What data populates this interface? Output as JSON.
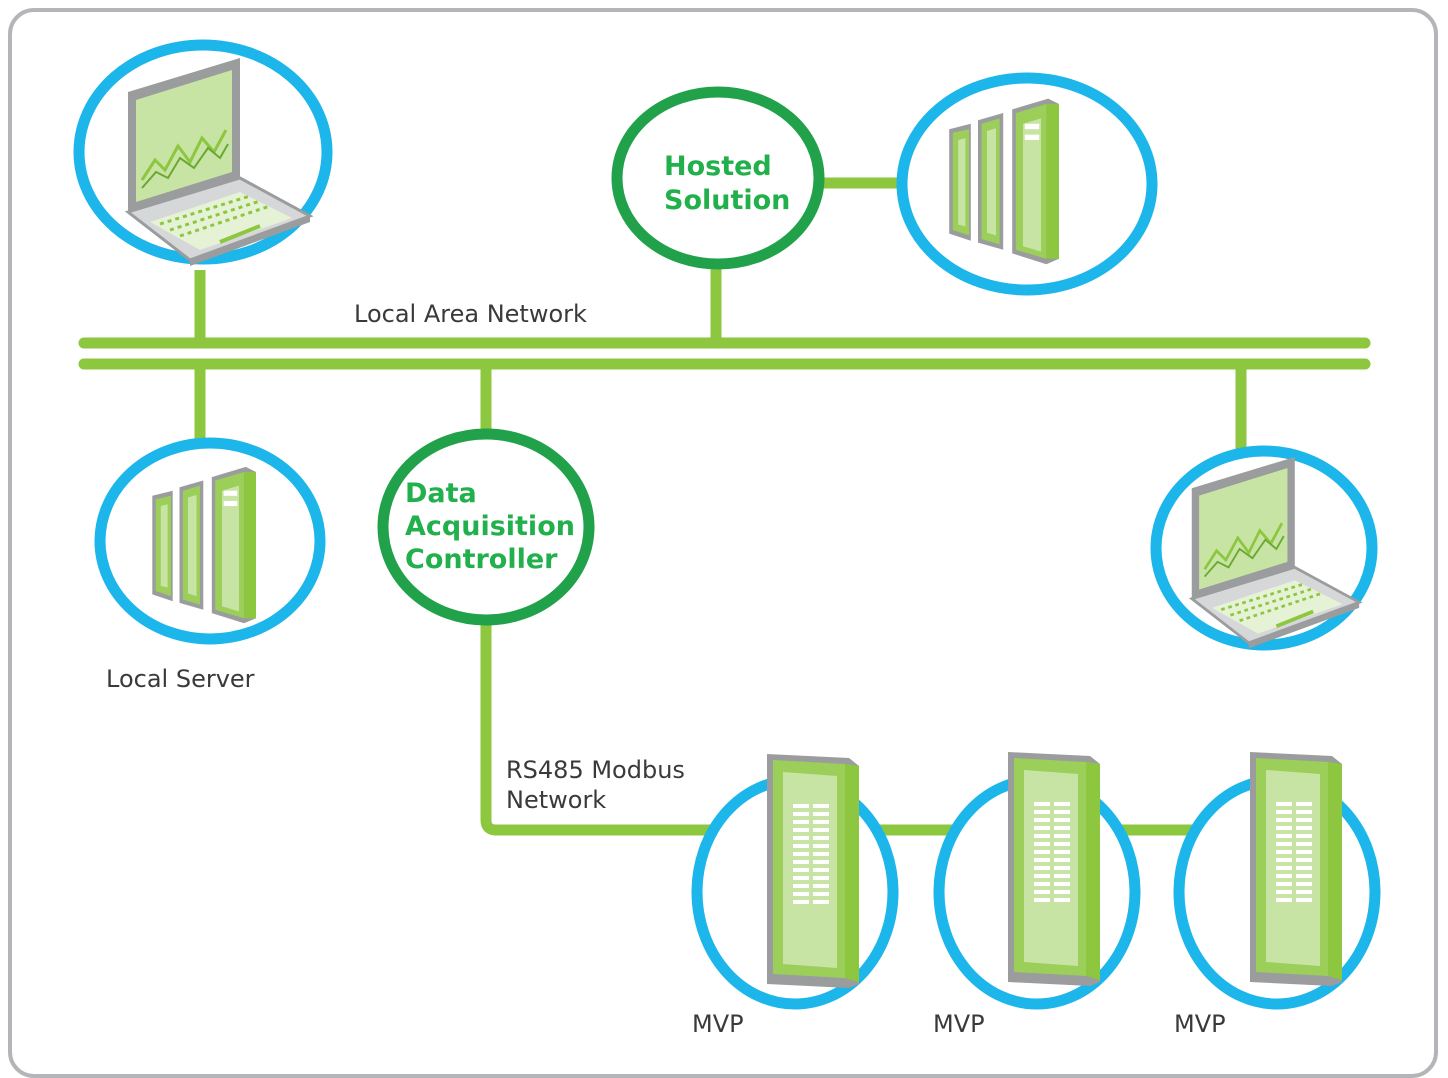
{
  "diagram": {
    "hosted_solution": [
      "Hosted",
      "Solution"
    ],
    "lan_label": "Local Area Network",
    "data_acquisition": [
      "Data",
      "Acquisition",
      "Controller"
    ],
    "local_server_label": "Local Server",
    "modbus_label": [
      "RS485 Modbus",
      "Network"
    ],
    "mvp_labels": [
      "MVP",
      "MVP",
      "MVP"
    ]
  },
  "colors": {
    "line": "#8dc63f",
    "node_ring": "#21a24a",
    "device_ring": "#1cb6ea",
    "frame": "#b3b5b8",
    "text": "#3a3a3a"
  }
}
